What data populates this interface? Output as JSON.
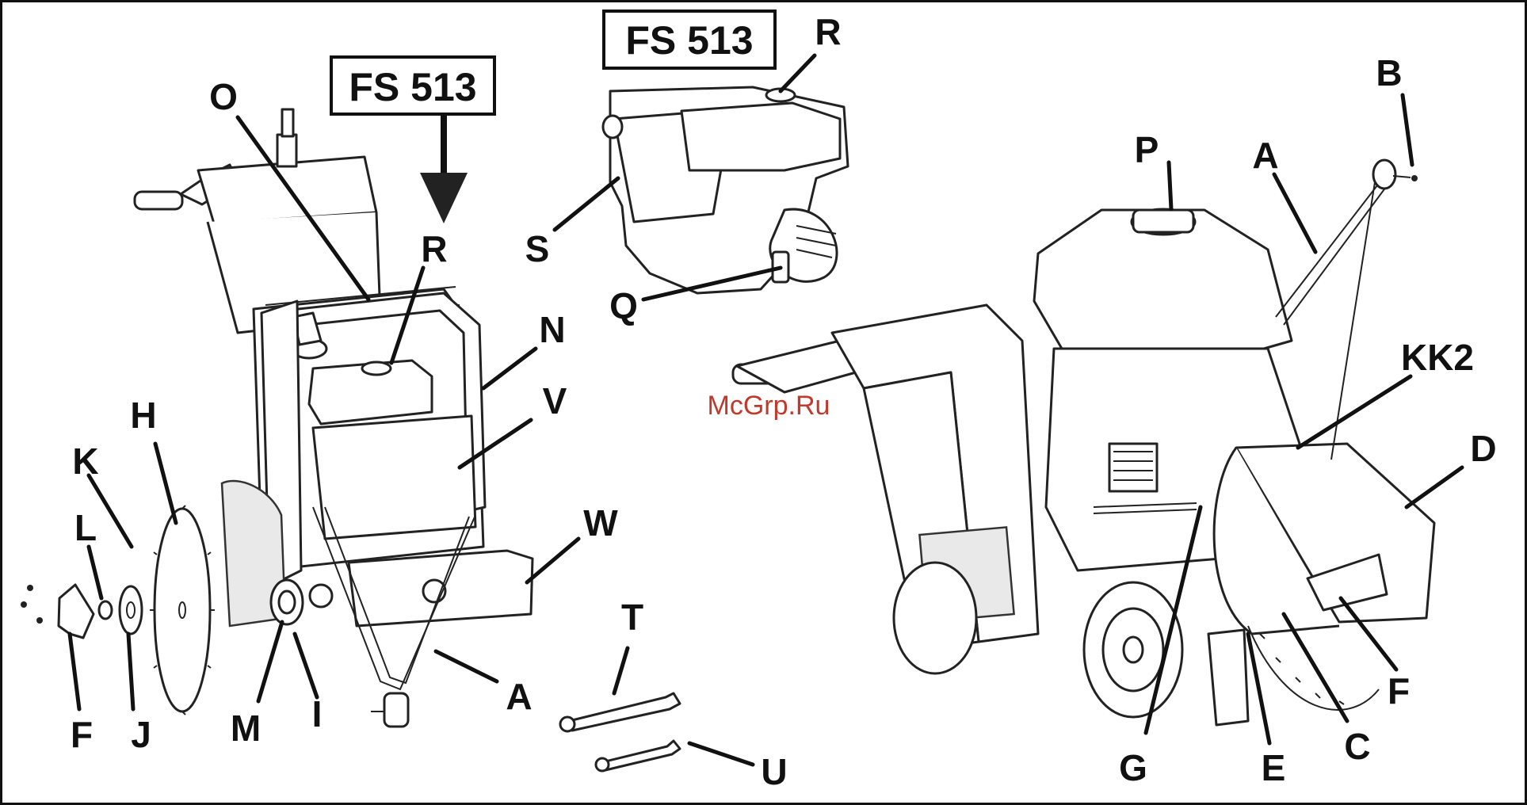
{
  "figure": {
    "model_label_left": "FS 513",
    "model_label_top": "FS 513",
    "watermark": "McGrp.Ru",
    "callouts": {
      "O": "O",
      "R_left": "R",
      "R_top": "R",
      "N": "N",
      "V": "V",
      "W": "W",
      "H": "H",
      "K": "K",
      "L": "L",
      "F_left": "F",
      "J": "J",
      "M": "M",
      "I": "I",
      "A_left": "A",
      "T": "T",
      "U": "U",
      "S": "S",
      "Q": "Q",
      "P": "P",
      "A_right": "A",
      "B": "B",
      "KK2": "KK2",
      "D": "D",
      "F_right": "F",
      "C": "C",
      "E": "E",
      "G": "G"
    }
  }
}
